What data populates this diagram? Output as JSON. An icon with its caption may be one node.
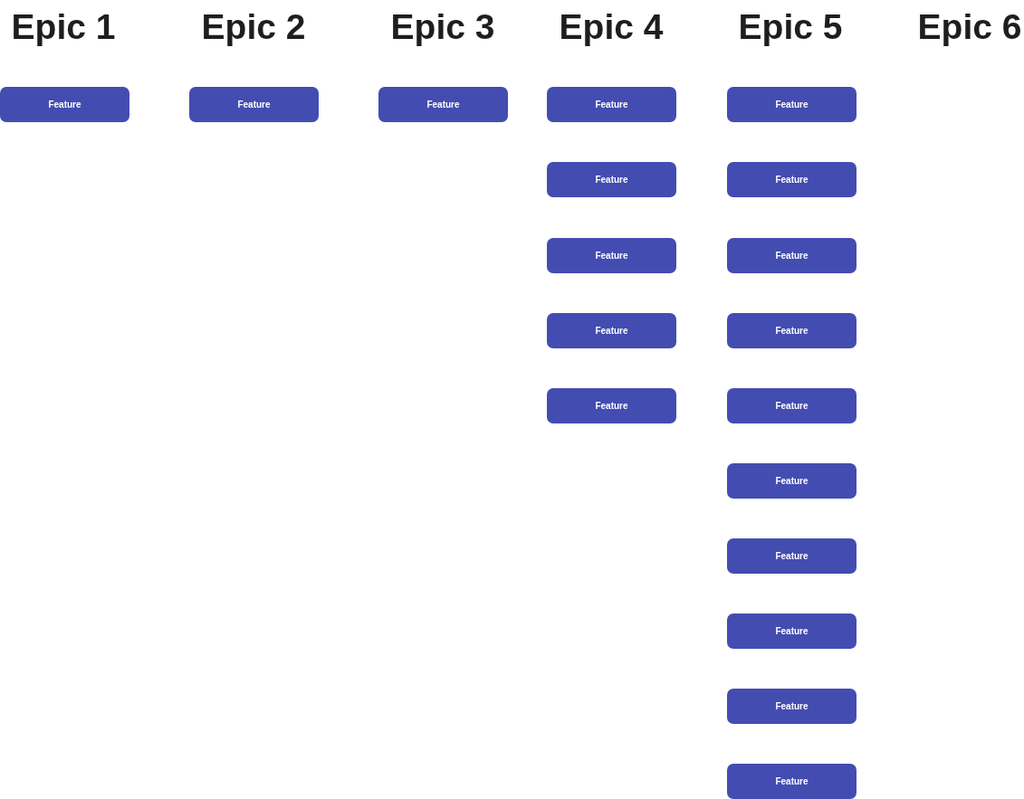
{
  "diagram": {
    "nodes": [
      {
        "text": [
          "Feature"
        ]
      },
      {
        "text": [
          "Feature"
        ]
      },
      {
        "text": [
          "Feature"
        ]
      },
      {
        "text": [
          "Feature"
        ]
      },
      {
        "text": [
          "Feature"
        ]
      },
      {
        "text": [
          "Feature"
        ]
      },
      {
        "text": [
          "Feature"
        ]
      },
      {
        "text": [
          "Feature"
        ]
      },
      {
        "text": [
          "Feature"
        ]
      },
      {
        "text": [
          "Feature"
        ]
      },
      {
        "text": [
          "Feature"
        ]
      },
      {
        "text": [
          "Feature"
        ]
      },
      {
        "text": [
          "Feature"
        ]
      },
      {
        "text": [
          "Feature"
        ]
      },
      {
        "text": [
          "Feature"
        ]
      },
      {
        "text": [
          "Feature"
        ]
      },
      {
        "text": [
          "Feature"
        ]
      },
      {
        "text": [
          "Feature"
        ]
      }
    ],
    "labels": [
      "Epic 1",
      "Epic 2",
      "Epic 3",
      "Epic 4",
      "Epic 5",
      "Epic 6"
    ]
  }
}
